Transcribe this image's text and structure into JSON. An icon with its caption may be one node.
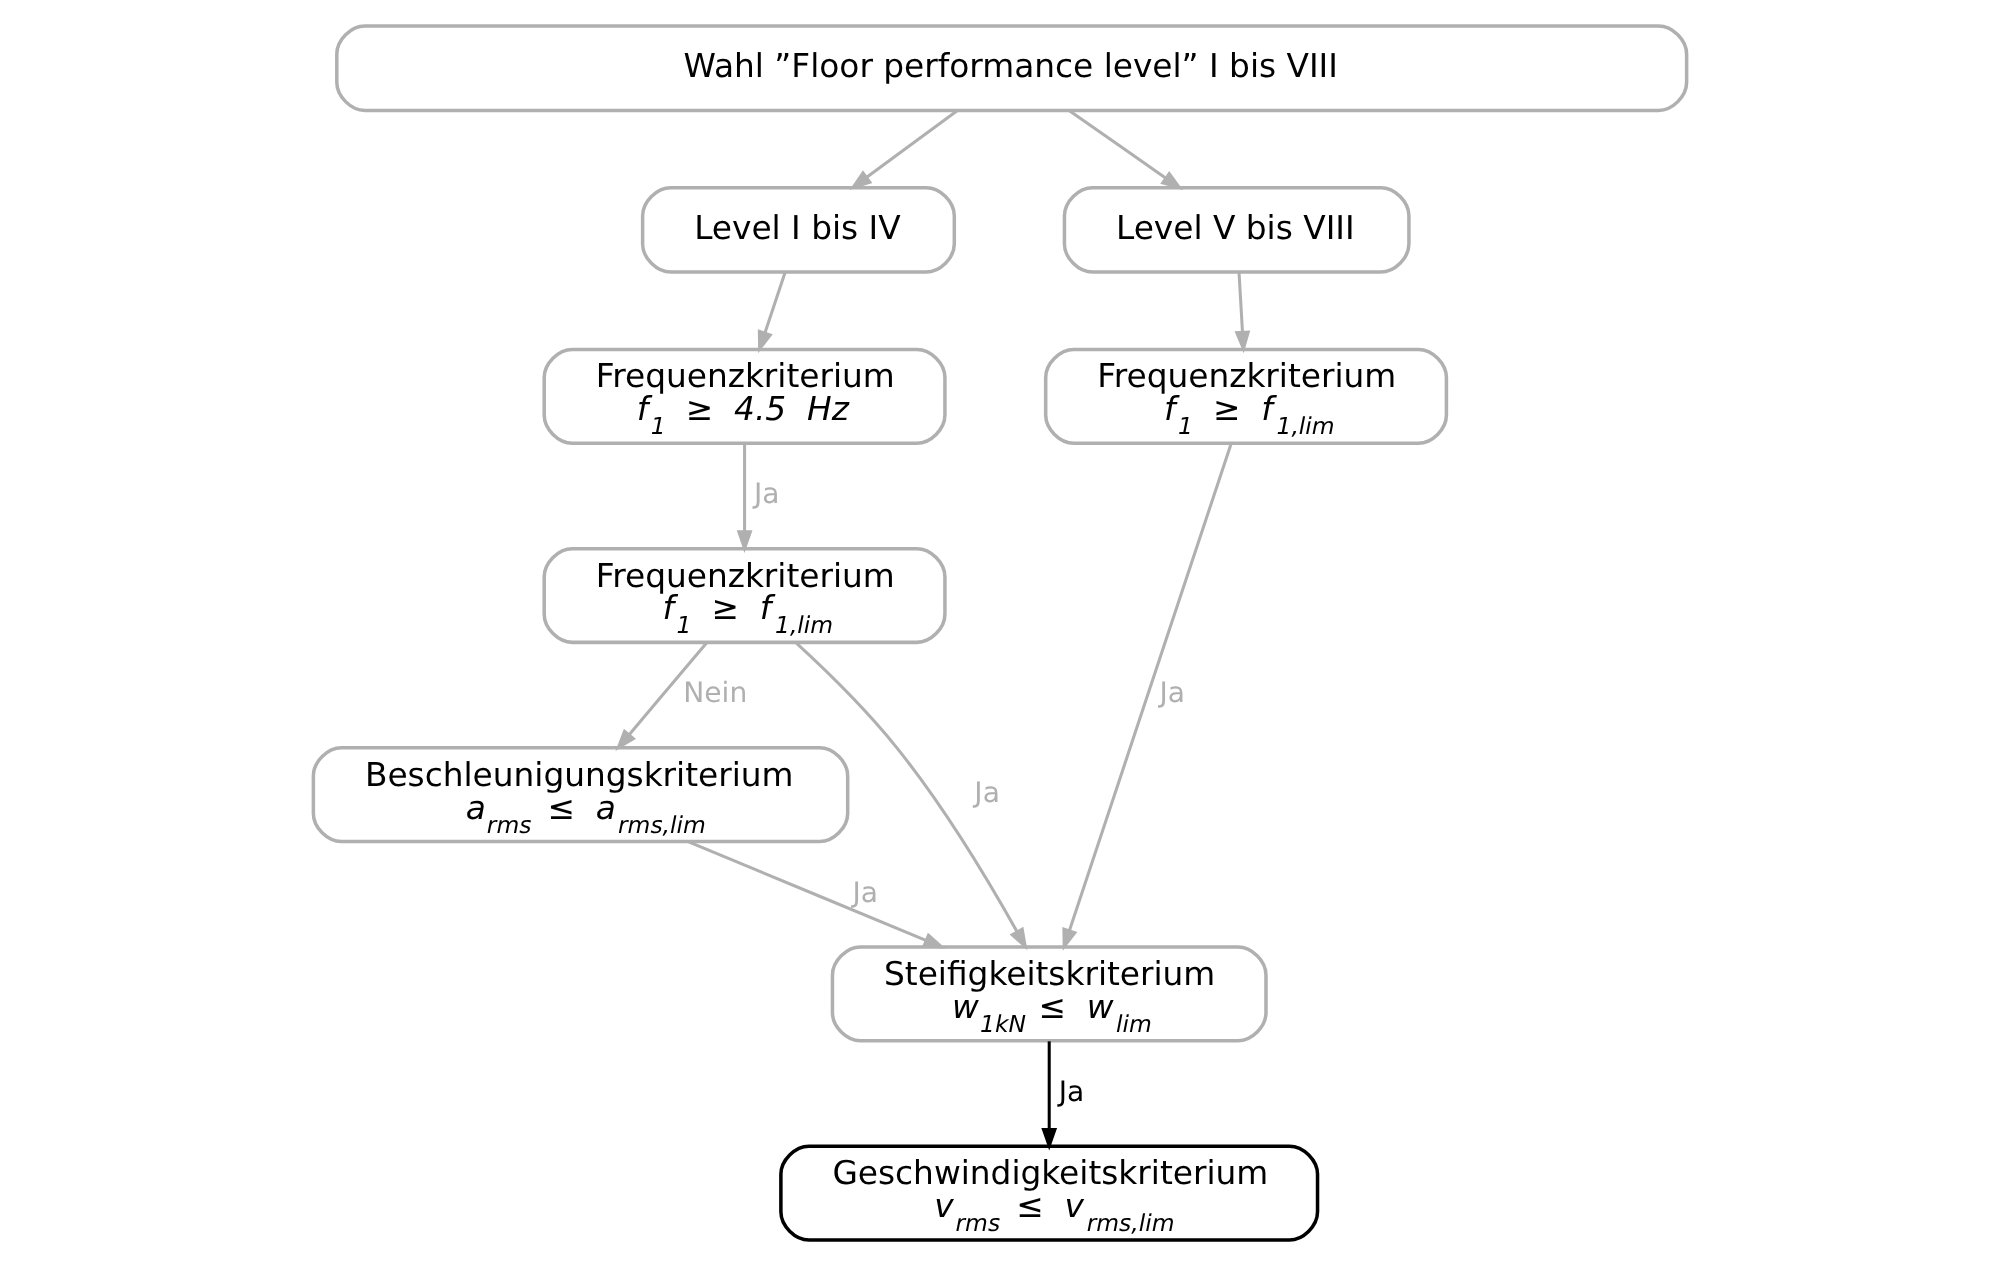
{
  "diagram": {
    "nodes": [
      {
        "text": [
          "Wahl ”Floor performance level” I bis VIII"
        ]
      },
      {
        "text": [
          "Level I bis IV"
        ]
      },
      {
        "text": [
          "Level V bis VIII"
        ]
      },
      {
        "text": [
          "Frequenzkriterium",
          "f$_{1}$ ≥ 4.5 Hz"
        ]
      },
      {
        "text": [
          "Frequenzkriterium",
          "f$_{1}$ ≥ f$_{1,lim}$"
        ]
      },
      {
        "text": [
          "Frequenzkriterium",
          "f$_{1}$ ≥ f$_{1,lim}$"
        ]
      },
      {
        "text": [
          "Beschleunigungskriterium",
          "a$_{rms}$ ≤ a$_{rms,lim}$"
        ]
      },
      {
        "text": [
          "Steifigkeitskriterium",
          "w$_{1kN}$ ≤ w$_{lim}$"
        ]
      },
      {
        "text": [
          "Geschwindigkeitskriterium",
          "v$_{rms}$ ≤ v$_{rms,lim}$"
        ]
      }
    ],
    "edges": [
      {
        "from": 0,
        "to": 1,
        "arrow": "to"
      },
      {
        "from": 0,
        "to": 2,
        "arrow": "to"
      },
      {
        "from": 1,
        "to": 3,
        "arrow": "to"
      },
      {
        "from": 2,
        "to": 4,
        "arrow": "to"
      },
      {
        "from": 3,
        "to": 5,
        "arrow": "to",
        "label": "Ja"
      },
      {
        "from": 5,
        "to": 6,
        "arrow": "to",
        "label": "Nein"
      },
      {
        "from": 5,
        "to": 7,
        "arrow": "to",
        "label": "Ja"
      },
      {
        "from": 6,
        "to": 7,
        "arrow": "to",
        "label": "Ja"
      },
      {
        "from": 4,
        "to": 7,
        "arrow": "to",
        "label": "Ja"
      },
      {
        "from": 7,
        "to": 8,
        "arrow": "to",
        "label": "Ja",
        "color": "#000000"
      }
    ]
  }
}
